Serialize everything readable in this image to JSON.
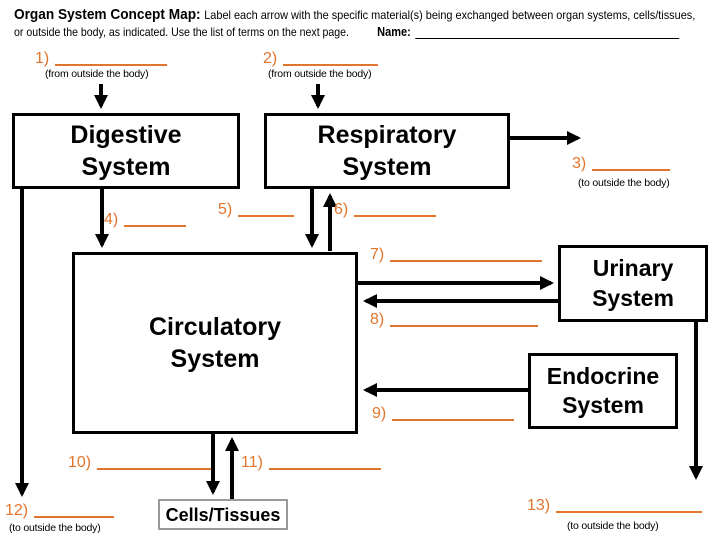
{
  "header": {
    "title": "Organ System Concept Map:",
    "instructions_line1": "Label each arrow with the specific material(s) being exchanged between organ systems, cells/tissues,",
    "instructions_line2": "or outside the body, as indicated. Use the list of terms on the next page.",
    "name_label": "Name:"
  },
  "boxes": {
    "digestive": {
      "line1": "Digestive",
      "line2": "System"
    },
    "respiratory": {
      "line1": "Respiratory",
      "line2": "System"
    },
    "circulatory": {
      "line1": "Circulatory",
      "line2": "System"
    },
    "urinary": {
      "line1": "Urinary",
      "line2": "System"
    },
    "endocrine": {
      "line1": "Endocrine",
      "line2": "System"
    },
    "cells": {
      "line1": "Cells/Tissues"
    }
  },
  "labels": [
    {
      "num": "1)",
      "note": "(from outside the body)"
    },
    {
      "num": "2)",
      "note": "(from outside the body)"
    },
    {
      "num": "3)",
      "note": "(to outside the body)"
    },
    {
      "num": "4)"
    },
    {
      "num": "5)"
    },
    {
      "num": "6)"
    },
    {
      "num": "7)"
    },
    {
      "num": "8)"
    },
    {
      "num": "9)"
    },
    {
      "num": "10)"
    },
    {
      "num": "11)"
    },
    {
      "num": "12)",
      "note": "(to outside the body)"
    },
    {
      "num": "13)",
      "note": "(to outside the body)"
    }
  ],
  "colors": {
    "accent_orange": "#E2752E",
    "line_black": "#000000",
    "cells_border_gray": "#9A9A9A"
  }
}
